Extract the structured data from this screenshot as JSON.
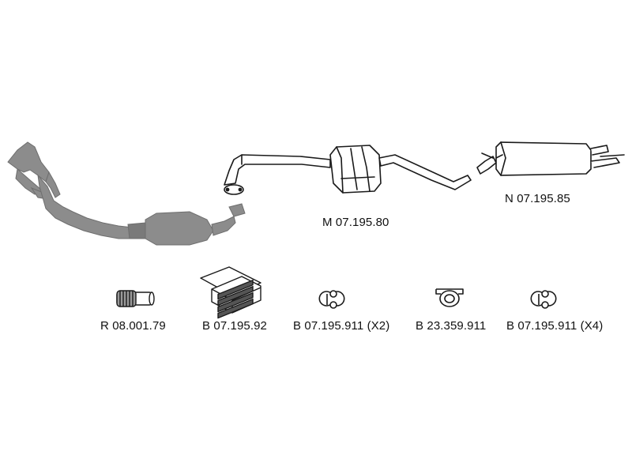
{
  "parts": [
    {
      "code": "M 07.195.80"
    },
    {
      "code": "N 07.195.85"
    },
    {
      "code": "R 08.001.79"
    },
    {
      "code": "B 07.195.92"
    },
    {
      "code": "B 07.195.911 (X2)"
    },
    {
      "code": "B 23.359.911"
    },
    {
      "code": "B 07.195.911 (X4)"
    }
  ],
  "colors": {
    "background": "#ffffff",
    "line": "#1a1a1a",
    "grey_part": "#8c8c8c",
    "grey_part_dark": "#6e6e6e"
  },
  "icons": [
    "exhaust-manifold-catalyst-icon",
    "middle-silencer-icon",
    "rear-silencer-icon",
    "pipe-connector-icon",
    "mounting-kit-box-icon",
    "rubber-hanger-icon",
    "clamp-icon"
  ]
}
